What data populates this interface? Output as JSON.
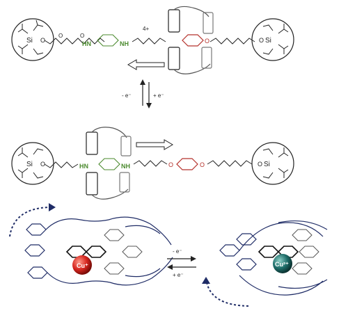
{
  "top_scheme": {
    "si_left_label": "Si",
    "o_left_label": "O",
    "si_right_label": "Si",
    "o_right_label": "O",
    "hn_label": "HN",
    "nh_label": "NH",
    "charge_label": "4+",
    "ring_o_label": "O"
  },
  "middle_scheme": {
    "si_left_label": "Si",
    "o_left_label": "O",
    "si_right_label": "Si",
    "o_right_label": "O",
    "hn_label": "HN",
    "nh_label": "NH",
    "o_red_1": "O",
    "o_red_2": "O"
  },
  "redox_switch": {
    "minus_label": "- e⁻",
    "plus_label": "+ e⁻"
  },
  "bottom_scheme": {
    "cu_left_label": "Cu⁺",
    "cu_right_label": "Cu²⁺",
    "minus_label": "- e⁻",
    "plus_label": "+ e⁻"
  },
  "colors": {
    "green": "#4b8a2e",
    "red": "#b5322c",
    "navy": "#1f2c66",
    "cu_red": "#d6261f",
    "cu_teal": "#1f6e6a"
  }
}
